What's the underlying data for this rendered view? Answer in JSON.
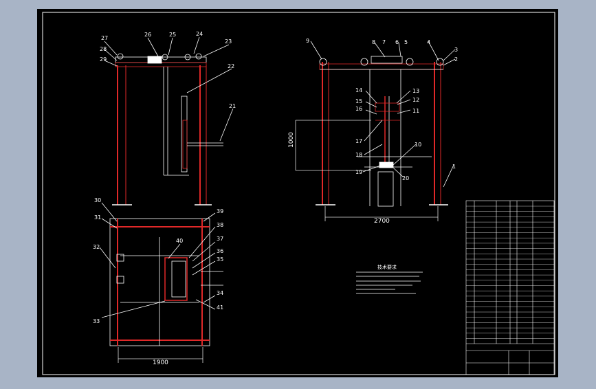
{
  "colors": {
    "background_outer": "#a8b4c6",
    "sheet": "#000000",
    "line": "#ffffff",
    "frame_red": "#e02828",
    "dim_line": "#dcdcdc"
  },
  "left_view": {
    "labels": [
      "27",
      "26",
      "25",
      "24",
      "23",
      "28",
      "29",
      "22",
      "21",
      "30",
      "31",
      "32",
      "33",
      "39",
      "38",
      "37",
      "36",
      "35",
      "34",
      "40",
      "41"
    ],
    "dimension": "1900"
  },
  "right_view": {
    "labels": [
      "9",
      "8",
      "7",
      "6",
      "5",
      "4",
      "3",
      "2",
      "1",
      "14",
      "13",
      "15",
      "16",
      "12",
      "11",
      "17",
      "10",
      "18",
      "19",
      "20"
    ],
    "dim_vertical": "1000",
    "dim_horizontal": "2700"
  },
  "notes": {
    "title": "技术要求"
  }
}
